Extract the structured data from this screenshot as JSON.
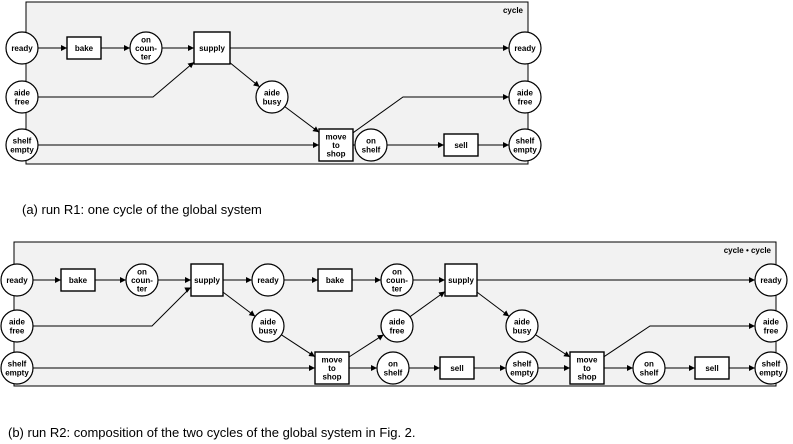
{
  "diagram_a": {
    "tag": "cycle",
    "places": [
      {
        "id": "p1",
        "lines": [
          "ready"
        ]
      },
      {
        "id": "p2",
        "lines": [
          "aide",
          "free"
        ]
      },
      {
        "id": "p3",
        "lines": [
          "shelf",
          "empty"
        ]
      },
      {
        "id": "p4",
        "lines": [
          "on",
          "coun-",
          "ter"
        ]
      },
      {
        "id": "p5",
        "lines": [
          "aide",
          "busy"
        ]
      },
      {
        "id": "p6",
        "lines": [
          "on",
          "shelf"
        ]
      },
      {
        "id": "p7",
        "lines": [
          "ready"
        ]
      },
      {
        "id": "p8",
        "lines": [
          "aide",
          "free"
        ]
      },
      {
        "id": "p9",
        "lines": [
          "shelf",
          "empty"
        ]
      }
    ],
    "transitions": [
      {
        "id": "t1",
        "lines": [
          "bake"
        ]
      },
      {
        "id": "t2",
        "lines": [
          "supply"
        ]
      },
      {
        "id": "t3",
        "lines": [
          "move",
          "to",
          "shop"
        ]
      },
      {
        "id": "t4",
        "lines": [
          "sell"
        ]
      }
    ],
    "caption": "(a) run R1: one cycle of the global system"
  },
  "diagram_b": {
    "tag": "cycle • cycle",
    "places": [
      {
        "id": "q1",
        "lines": [
          "ready"
        ]
      },
      {
        "id": "q2",
        "lines": [
          "aide",
          "free"
        ]
      },
      {
        "id": "q3",
        "lines": [
          "shelf",
          "empty"
        ]
      },
      {
        "id": "q4",
        "lines": [
          "on",
          "coun-",
          "ter"
        ]
      },
      {
        "id": "q5",
        "lines": [
          "ready"
        ]
      },
      {
        "id": "q6",
        "lines": [
          "aide",
          "busy"
        ]
      },
      {
        "id": "q7",
        "lines": [
          "on",
          "coun-",
          "ter"
        ]
      },
      {
        "id": "q8",
        "lines": [
          "aide",
          "free"
        ]
      },
      {
        "id": "q9",
        "lines": [
          "on",
          "shelf"
        ]
      },
      {
        "id": "q10",
        "lines": [
          "shelf",
          "empty"
        ]
      },
      {
        "id": "q11",
        "lines": [
          "aide",
          "busy"
        ]
      },
      {
        "id": "q12",
        "lines": [
          "on",
          "shelf"
        ]
      },
      {
        "id": "q13",
        "lines": [
          "ready"
        ]
      },
      {
        "id": "q14",
        "lines": [
          "aide",
          "free"
        ]
      },
      {
        "id": "q15",
        "lines": [
          "shelf",
          "empty"
        ]
      }
    ],
    "transitions": [
      {
        "id": "u1",
        "lines": [
          "bake"
        ]
      },
      {
        "id": "u2",
        "lines": [
          "supply"
        ]
      },
      {
        "id": "u3",
        "lines": [
          "bake"
        ]
      },
      {
        "id": "u4",
        "lines": [
          "supply"
        ]
      },
      {
        "id": "u5",
        "lines": [
          "move",
          "to",
          "shop"
        ]
      },
      {
        "id": "u6",
        "lines": [
          "sell"
        ]
      },
      {
        "id": "u7",
        "lines": [
          "move",
          "to",
          "shop"
        ]
      },
      {
        "id": "u8",
        "lines": [
          "sell"
        ]
      }
    ],
    "caption": "(b) run R2:  composition of the two cycles of the global system in Fig. 2."
  },
  "colors": {
    "frame_fill": "#f2f2f2",
    "stroke": "#000000",
    "node_fill": "#ffffff"
  }
}
